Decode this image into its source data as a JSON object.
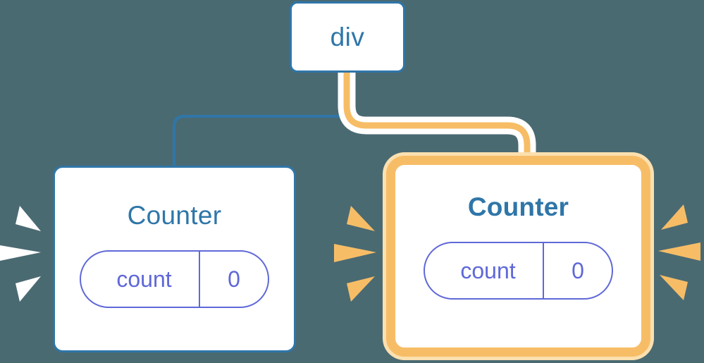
{
  "diagram": {
    "title": "React component tree re-render highlight",
    "background_color": "#4a6a72",
    "blue": "#2f76a8",
    "orange": "#f7bd66",
    "orange_glow": "#fbe0b0",
    "indigo": "#5f68d8",
    "white": "#ffffff"
  },
  "nodes": {
    "root": {
      "label": "div",
      "type": "element",
      "highlighted": false,
      "border_color": "#2f76a8"
    },
    "counter_left": {
      "label": "Counter",
      "type": "component",
      "highlighted": false,
      "border_color": "#2f76a8",
      "state": {
        "name": "count",
        "value": "0",
        "color": "#5f68d8"
      }
    },
    "counter_right": {
      "label": "Counter",
      "type": "component",
      "highlighted": true,
      "border_color": "#f7bd66",
      "state": {
        "name": "count",
        "value": "0",
        "color": "#5f68d8"
      }
    }
  },
  "edges": [
    {
      "name": "div-to-counter-left",
      "from": "root",
      "to": "counter_left",
      "color": "#2f76a8",
      "highlighted": false,
      "width": 4
    },
    {
      "name": "div-to-counter-right",
      "from": "root",
      "to": "counter_right",
      "color": "#f7bd66",
      "highlighted": true,
      "width": 9
    }
  ],
  "bursts": [
    {
      "name": "burst-left-outer",
      "side": "left",
      "color": "#ffffff",
      "target": "counter_left"
    },
    {
      "name": "burst-left-inner",
      "side": "right",
      "color": "#f7bd66",
      "target": "counter_left"
    },
    {
      "name": "burst-right-inner",
      "side": "left",
      "color": "#f7bd66",
      "target": "counter_right"
    },
    {
      "name": "burst-right-outer",
      "side": "right",
      "color": "#f7bd66",
      "target": "counter_right"
    }
  ]
}
